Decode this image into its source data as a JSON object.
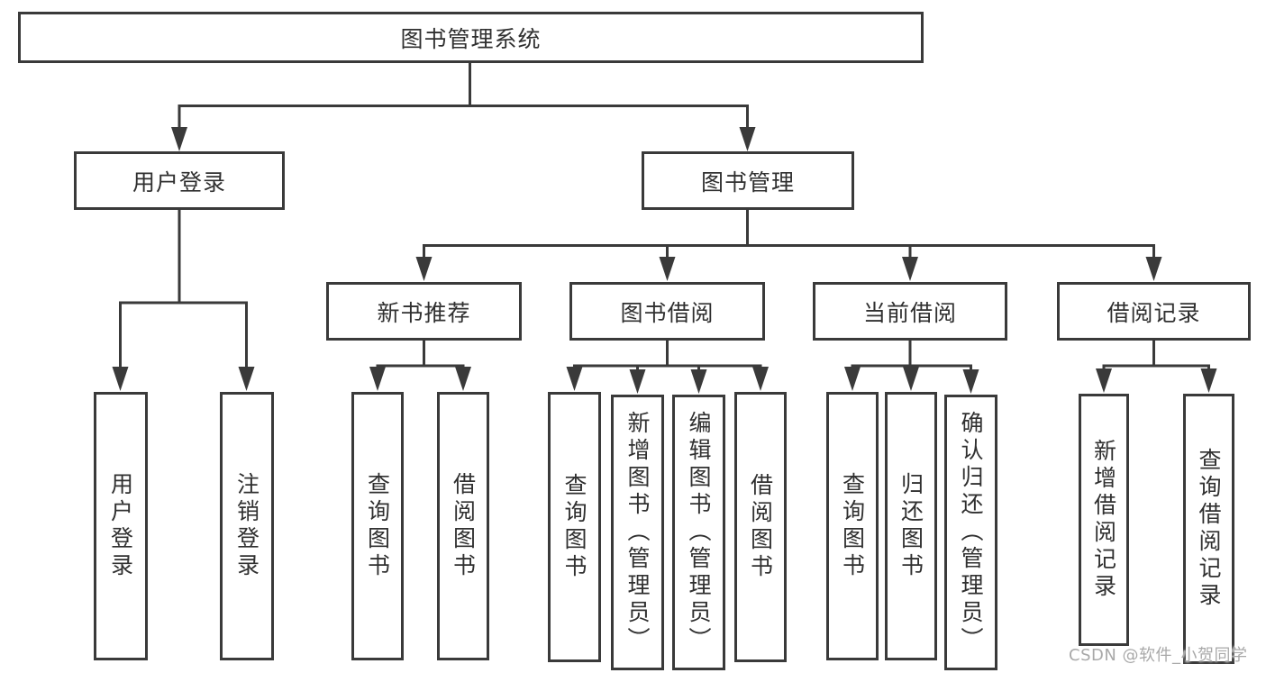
{
  "tree": {
    "root": {
      "label": "图书管理系统"
    },
    "branches": [
      {
        "label": "用户登录",
        "children": [
          {
            "label": "用户登录"
          },
          {
            "label": "注销登录"
          }
        ]
      },
      {
        "label": "图书管理",
        "children": [
          {
            "label": "新书推荐",
            "children": [
              {
                "label": "查询图书"
              },
              {
                "label": "借阅图书"
              }
            ]
          },
          {
            "label": "图书借阅",
            "children": [
              {
                "label": "查询图书"
              },
              {
                "label": "新增图书（管理员）"
              },
              {
                "label": "编辑图书（管理员）"
              },
              {
                "label": "借阅图书"
              }
            ]
          },
          {
            "label": "当前借阅",
            "children": [
              {
                "label": "查询图书"
              },
              {
                "label": "归还图书"
              },
              {
                "label": "确认归还（管理员）"
              }
            ]
          },
          {
            "label": "借阅记录",
            "children": [
              {
                "label": "新增借阅记录"
              },
              {
                "label": "查询借阅记录"
              }
            ]
          }
        ]
      }
    ]
  },
  "watermark": {
    "text": "CSDN @软件_小贺同学"
  },
  "colors": {
    "line": "#3a3a3a",
    "text": "#303030",
    "background": "#ffffff",
    "watermark": "#a9a9a9"
  }
}
